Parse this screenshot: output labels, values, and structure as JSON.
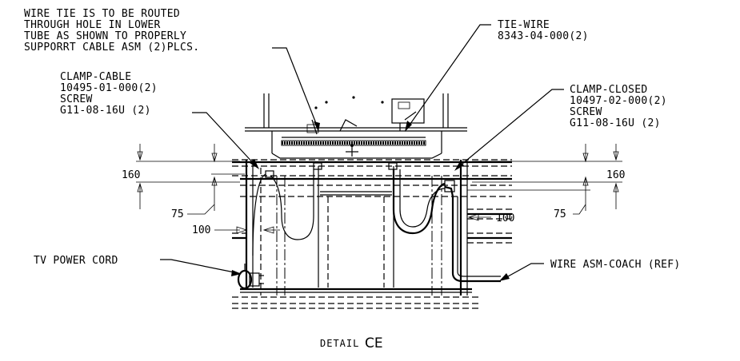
{
  "notes": {
    "wire_tie": [
      "WIRE TIE IS TO BE ROUTED",
      "THROUGH HOLE IN LOWER",
      "TUBE AS SHOWN TO PROPERLY",
      "SUPPORRT CABLE ASM (2)PLCS."
    ],
    "tie_wire": [
      "TIE-WIRE",
      "8343-04-000(2)"
    ],
    "clamp_cable": [
      "CLAMP-CABLE",
      "10495-01-000(2)",
      "SCREW",
      "G11-08-16U (2)"
    ],
    "clamp_closed": [
      "CLAMP-CLOSED",
      "10497-02-000(2)",
      "SCREW",
      "G11-08-16U (2)"
    ],
    "tv_power_cord": "TV POWER CORD",
    "wire_asm_coach": "WIRE ASM-COACH (REF)"
  },
  "dimensions": {
    "left_160": "160",
    "right_160": "160",
    "left_75": "75",
    "right_75": "75",
    "left_100": "100",
    "right_100": "100"
  },
  "caption": {
    "prefix": "DETAIL",
    "id": "CE"
  }
}
